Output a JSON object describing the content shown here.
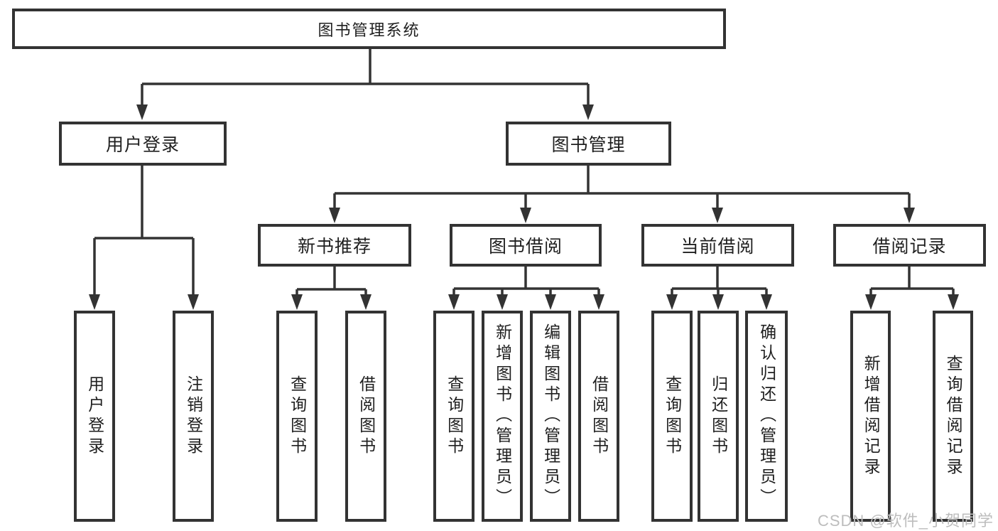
{
  "colors": {
    "line": "#333333",
    "background": "#ffffff",
    "text": "#1f1f1f",
    "watermark_color": "#bdbdbd"
  },
  "tree": {
    "root": {
      "label": "图书管理系统"
    },
    "level2": [
      {
        "label": "用户登录",
        "children": [
          "用户登录",
          "注销登录"
        ]
      },
      {
        "label": "图书管理"
      }
    ],
    "level3": [
      {
        "label": "新书推荐",
        "children": [
          "查询图书",
          "借阅图书"
        ]
      },
      {
        "label": "图书借阅",
        "children": [
          "查询图书",
          "新增图书（管理员）",
          "编辑图书（管理员）",
          "借阅图书"
        ]
      },
      {
        "label": "当前借阅",
        "children": [
          "查询图书",
          "归还图书",
          "确认归还（管理员）"
        ]
      },
      {
        "label": "借阅记录",
        "children": [
          "新增借阅记录",
          "查询借阅记录"
        ]
      }
    ]
  },
  "watermark": {
    "text": "CSDN @软件_小贺同学"
  }
}
